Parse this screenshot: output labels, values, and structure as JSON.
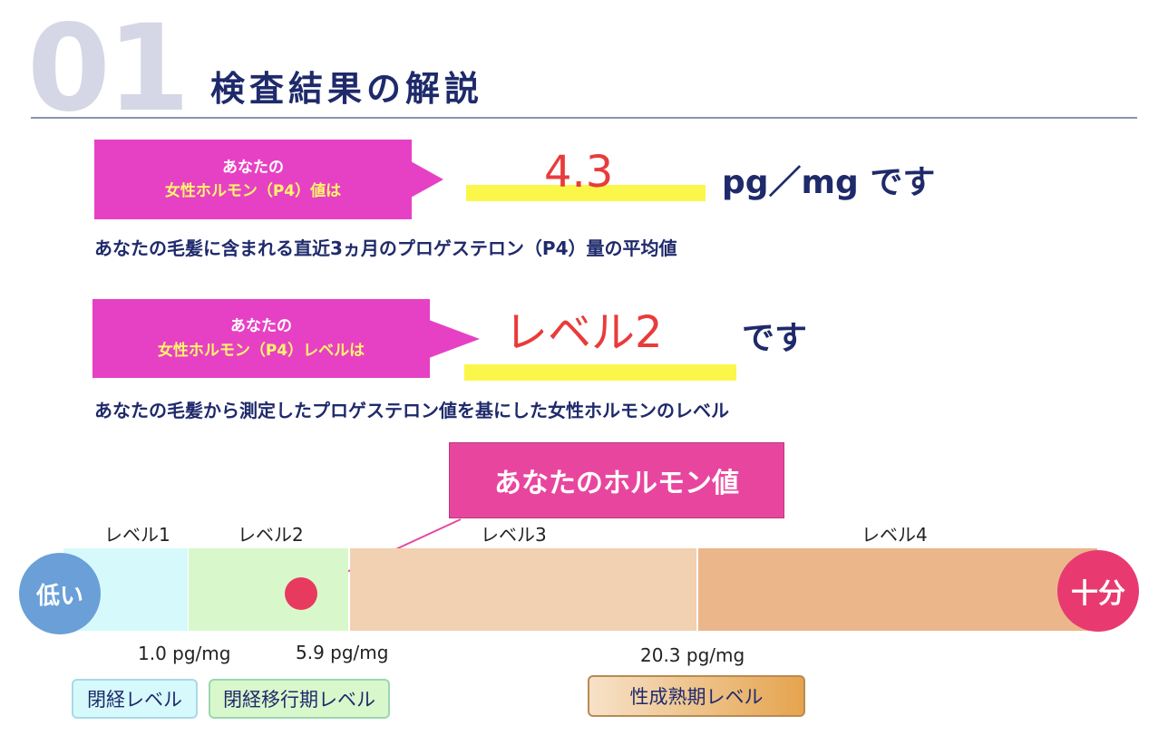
{
  "header": {
    "section_number": "01",
    "title": "検査結果の解説"
  },
  "value_row": {
    "callout_line1": "あなたの",
    "callout_line2": "女性ホルモン（P4）値は",
    "value": "4.3",
    "unit_suffix": "pg／mg です",
    "description": "あなたの毛髪に含まれる直近3ヵ月のプロゲステロン（P4）量の平均値"
  },
  "level_row": {
    "callout_line1": "あなたの",
    "callout_line2": "女性ホルモン（P4）レベルは",
    "level": "レベル2",
    "suffix": "です",
    "description": "あなたの毛髪から測定したプロゲステロン値を基にした女性ホルモンのレベル"
  },
  "scale": {
    "marker_label": "あなたのホルモン値",
    "low_label": "低い",
    "high_label": "十分",
    "levels": [
      "レベル1",
      "レベル2",
      "レベル3",
      "レベル4"
    ],
    "thresholds": [
      "1.0 pg/mg",
      "5.9 pg/mg",
      "20.3 pg/mg"
    ],
    "stages": [
      "閉経レベル",
      "閉経移行期レベル",
      "性成熟期レベル"
    ]
  },
  "colors": {
    "title": "#1f2a6b",
    "callout": "#e641c4",
    "highlight_yellow": "#fbf64a",
    "result_red": "#e93b3b",
    "level1": "#d6fafc",
    "level2": "#d8f8cc",
    "level3": "#f2d0b2",
    "level4": "#ebb68a"
  }
}
